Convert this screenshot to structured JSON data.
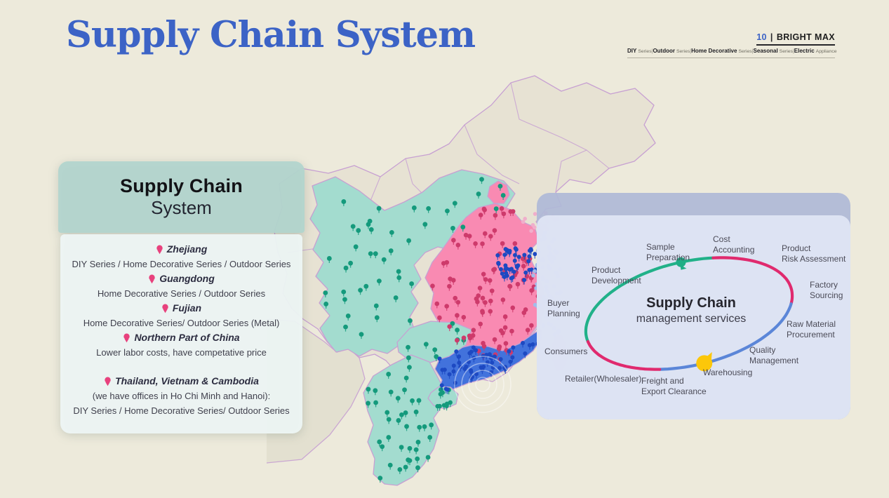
{
  "slide": {
    "title": "Supply Chain System",
    "page_badge": {
      "page_number": "10",
      "separator": "|",
      "brand": "BRIGHT MAX"
    },
    "series_nav": {
      "separator": "|",
      "items": [
        {
          "name": "DIY",
          "suffix": "Series"
        },
        {
          "name": "Outdoor",
          "suffix": "Series"
        },
        {
          "name": "Home Decorative",
          "suffix": "Series"
        },
        {
          "name": "Seasonal",
          "suffix": "Series"
        },
        {
          "name": "Electric",
          "suffix": "Appliance"
        }
      ]
    }
  },
  "info_card": {
    "title_bold": "Supply Chain",
    "title_regular": "System",
    "pin_color": "#e8417d",
    "entries": [
      {
        "location": "Zhejiang",
        "details": [
          "DIY Series /  Home Decorative Series / Outdoor Series"
        ]
      },
      {
        "location": "Guangdong",
        "details": [
          "Home Decorative Series / Outdoor Series"
        ]
      },
      {
        "location": "Fujian",
        "details": [
          "Home Decorative Series/ Outdoor Series (Metal)"
        ]
      },
      {
        "location": "Northern Part of China",
        "details": [
          "Lower labor costs, have competative price"
        ]
      },
      {
        "location": "Thailand, Vietnam & Cambodia",
        "details": [
          "(we have offices in Ho Chi Minh and Hanoi):",
          "DIY Series / Home Decorative Series/ Outdoor Series"
        ],
        "gap_before": true
      }
    ]
  },
  "cycle_panel": {
    "center_title": "Supply Chain",
    "center_subtitle": "management services",
    "arc_colors": {
      "development": "#21b189",
      "sourcing": "#e02a6e",
      "logistics": "#5b86d8"
    },
    "marker_colors": {
      "start": "#1fae86",
      "milestone": "#fcc70a"
    },
    "labels": [
      {
        "id": "sample-preparation",
        "lines": [
          "Sample",
          "Preparation"
        ]
      },
      {
        "id": "cost-accounting",
        "lines": [
          "Cost",
          "Accounting"
        ]
      },
      {
        "id": "product-risk-assessment",
        "lines": [
          "Product",
          "Risk Assessment"
        ]
      },
      {
        "id": "product-development",
        "lines": [
          "Product",
          "Development"
        ]
      },
      {
        "id": "factory-sourcing",
        "lines": [
          "Factory",
          "Sourcing"
        ]
      },
      {
        "id": "buyer-planning",
        "lines": [
          "Buyer",
          "Planning"
        ]
      },
      {
        "id": "raw-material-procurement",
        "lines": [
          "Raw Material",
          "Procurement"
        ]
      },
      {
        "id": "consumers",
        "lines": [
          "Consumers"
        ]
      },
      {
        "id": "quality-management",
        "lines": [
          "Quality",
          "Management"
        ]
      },
      {
        "id": "warehousing",
        "lines": [
          "Warehousing"
        ]
      },
      {
        "id": "retailer-wholesaler",
        "lines": [
          "Retailer(Wholesaler)"
        ]
      },
      {
        "id": "freight-export-clearance",
        "lines": [
          "Freight and",
          "Export Clearance"
        ]
      }
    ]
  },
  "map": {
    "land_color": "#e7e2d3",
    "border_color": "#c7a0d2",
    "regions": [
      {
        "id": "central-china",
        "fill": "#a3dccf",
        "dot_color": "#149a7c"
      },
      {
        "id": "east-china",
        "fill": "#f98ab2",
        "dot_color": "#ce3a6b"
      },
      {
        "id": "beijing-area",
        "fill": "#f98ab2",
        "dot_color": null
      },
      {
        "id": "guangdong-coast",
        "fill": "#4272dc",
        "dot_color": "#1d49c2"
      },
      {
        "id": "southeast-asia",
        "fill": "#a3dccf",
        "dot_color": "#149a7c"
      },
      {
        "id": "jiangsu-cluster",
        "fill": null,
        "dot_color": "#1d49c2"
      },
      {
        "id": "coastal-overflow",
        "fill": null,
        "dot_color": "#a2bdea"
      },
      {
        "id": "coastal-pink",
        "fill": null,
        "dot_color": "#f0aecb"
      }
    ]
  }
}
